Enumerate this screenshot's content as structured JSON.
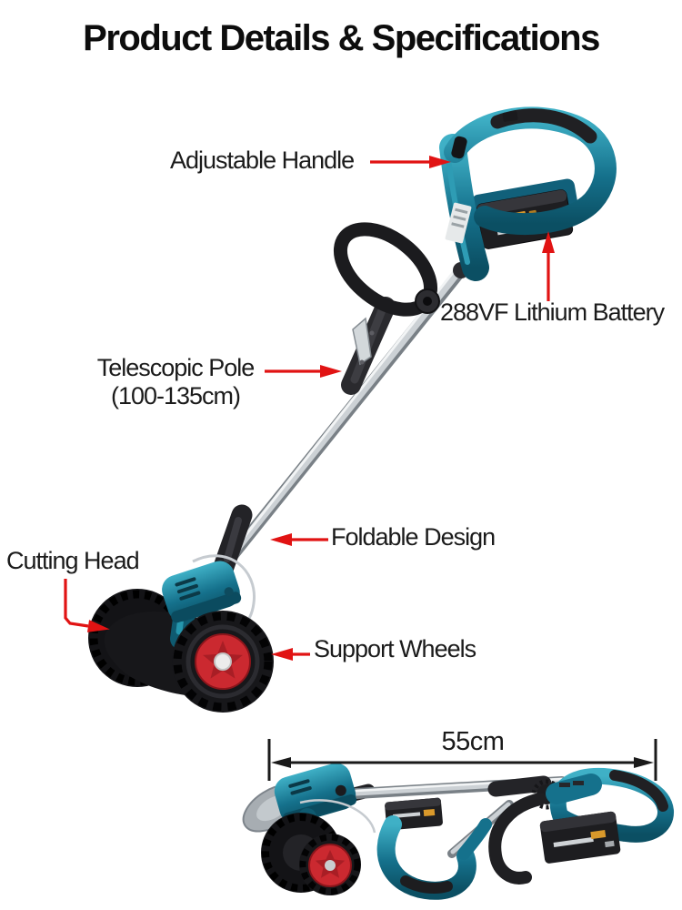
{
  "page": {
    "title": "Product Details & Specifications",
    "background": "#ffffff",
    "subject": "cordless-grass-trimmer-infographic"
  },
  "callouts": {
    "adjustable_handle": {
      "label": "Adjustable Handle",
      "arrow_direction": "right"
    },
    "lithium_battery": {
      "label": "288VF Lithium Battery",
      "arrow_direction": "up"
    },
    "telescopic_pole": {
      "label": "Telescopic Pole",
      "sublabel": "(100-135cm)",
      "arrow_direction": "right"
    },
    "foldable_design": {
      "label": "Foldable Design",
      "arrow_direction": "left"
    },
    "cutting_head": {
      "label": "Cutting Head",
      "arrow_direction": "down-right"
    },
    "support_wheels": {
      "label": "Support Wheels",
      "arrow_direction": "left"
    }
  },
  "folded_view": {
    "dimension_label": "55cm",
    "illustration": "grass-trimmer-folded-side-view"
  },
  "main_view": {
    "illustration": "grass-trimmer-upright-side-view"
  },
  "colors": {
    "callout_arrow_red": "#e11313",
    "label_text": "#1b1b1b",
    "product_teal": "#15718c",
    "product_teal_light": "#3fb0c6",
    "product_teal_dark": "#0b4f63",
    "wheel_hub_red": "#cb2930",
    "battery_black": "#1e1e21",
    "pole_chrome": "#ccd1d5",
    "dimension_line_black": "#1a1a1a"
  }
}
